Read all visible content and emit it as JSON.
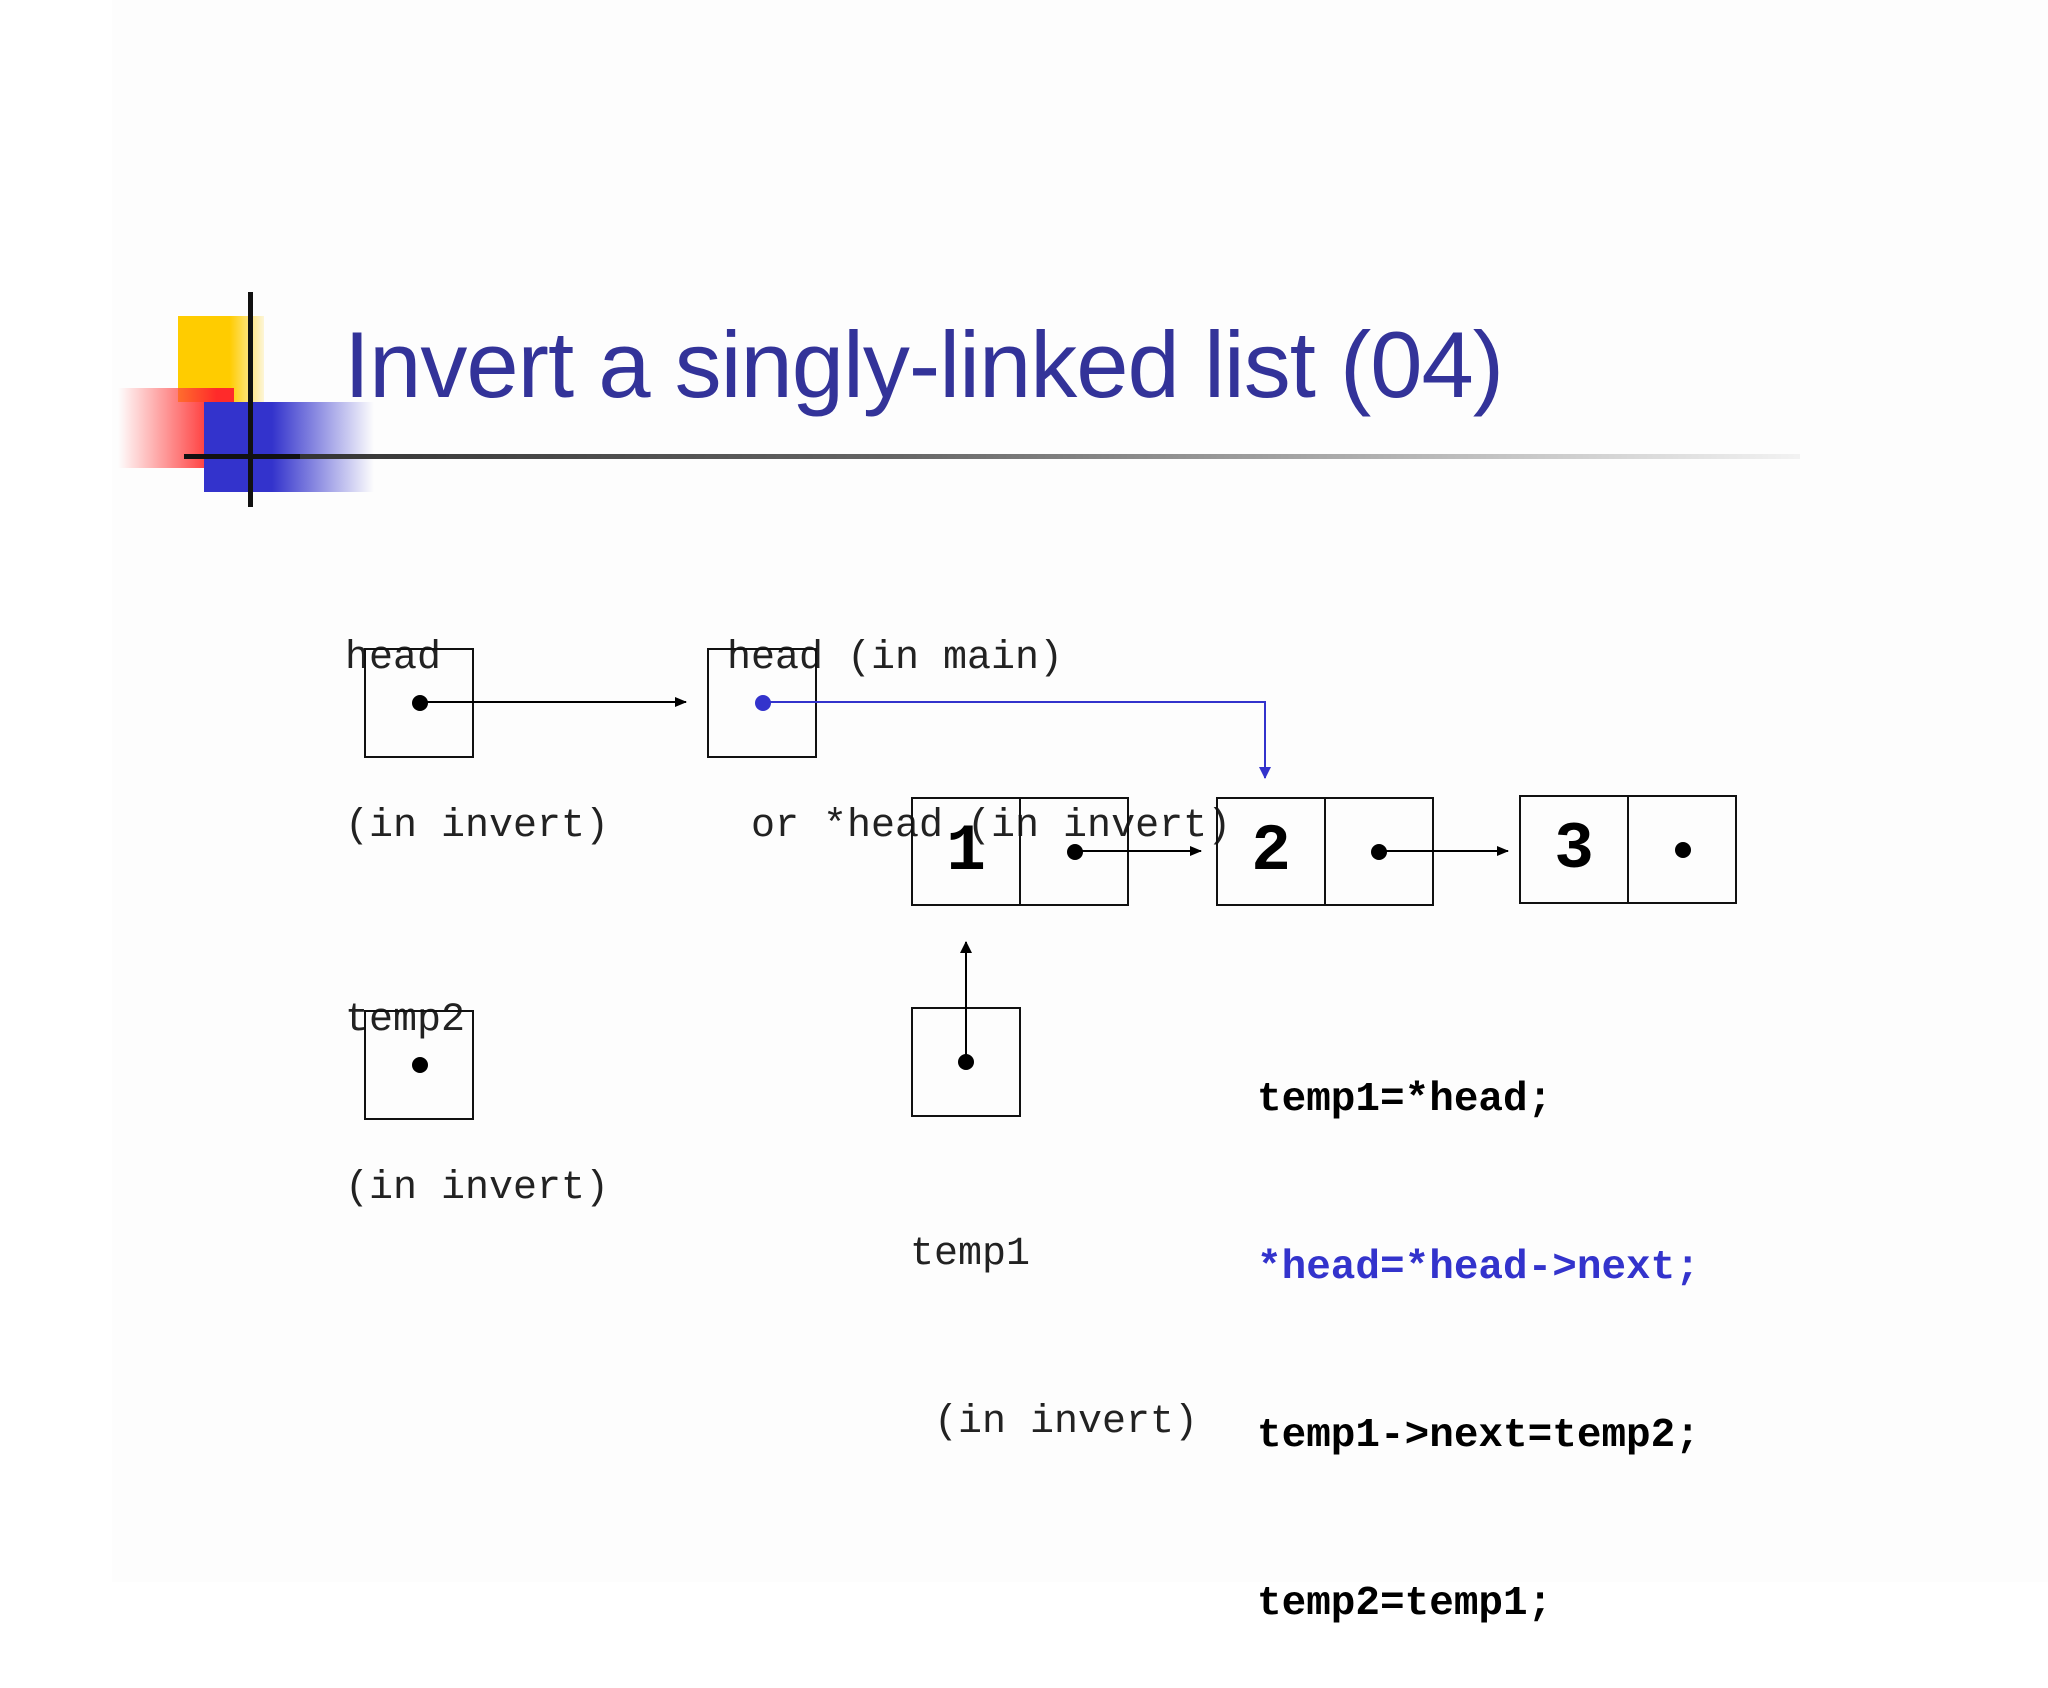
{
  "slide": {
    "title": "Invert a singly-linked list (04)"
  },
  "labels": {
    "head_invert_line1": "head",
    "head_invert_line2": "(in invert)",
    "head_main_line1": "head (in main)",
    "head_main_line2": " or *head (in invert)",
    "temp2_line1": "temp2",
    "temp2_line2": "(in invert)",
    "temp1_line1": "temp1",
    "temp1_line2": " (in invert)"
  },
  "nodes": [
    {
      "value": "1"
    },
    {
      "value": "2"
    },
    {
      "value": "3"
    }
  ],
  "code": [
    {
      "text": "temp1=*head;",
      "color": "#000000"
    },
    {
      "text": "*head=*head->next;",
      "color": "#3333cc"
    },
    {
      "text": "temp1->next=temp2;",
      "color": "#000000"
    },
    {
      "text": "temp2=temp1;",
      "color": "#000000"
    }
  ],
  "colors": {
    "title": "#333399",
    "highlight": "#3333cc",
    "deco_yellow": "#ffcc00",
    "deco_red": "#ff3333",
    "deco_blue": "#3333cc"
  }
}
